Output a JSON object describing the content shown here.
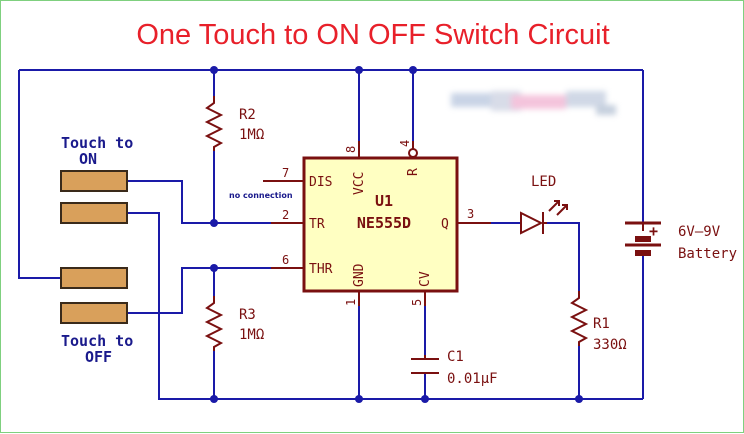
{
  "title": "One Touch to ON OFF Switch Circuit",
  "ic": {
    "ref": "U1",
    "part": "NE555D",
    "pins": {
      "dis": "DIS",
      "tr": "TR",
      "thr": "THR",
      "vcc": "VCC",
      "gnd": "GND",
      "cv": "CV",
      "r": "R",
      "q": "Q"
    },
    "pin_numbers": {
      "dis": "7",
      "tr": "2",
      "thr": "6",
      "vcc": "8",
      "gnd": "1",
      "cv": "5",
      "r": "4",
      "q": "3"
    }
  },
  "no_connection": "no connection",
  "r2": {
    "ref": "R2",
    "value": "1MΩ"
  },
  "r3": {
    "ref": "R3",
    "value": "1MΩ"
  },
  "r1": {
    "ref": "R1",
    "value": "330Ω"
  },
  "c1": {
    "ref": "C1",
    "value": "0.01µF"
  },
  "led": {
    "label": "LED"
  },
  "battery": {
    "label_line1": "6V–9V",
    "label_line2": "Battery",
    "plus": "+"
  },
  "touch_on": {
    "line1": "Touch to",
    "line2": "ON"
  },
  "touch_off": {
    "line1": "Touch to",
    "line2": "OFF"
  },
  "colors": {
    "wire": "#1a1aa8",
    "component": "#7a1010",
    "ic_fill": "#ffffc2",
    "pad_fill": "#d9a05b",
    "title": "#e8202a"
  }
}
